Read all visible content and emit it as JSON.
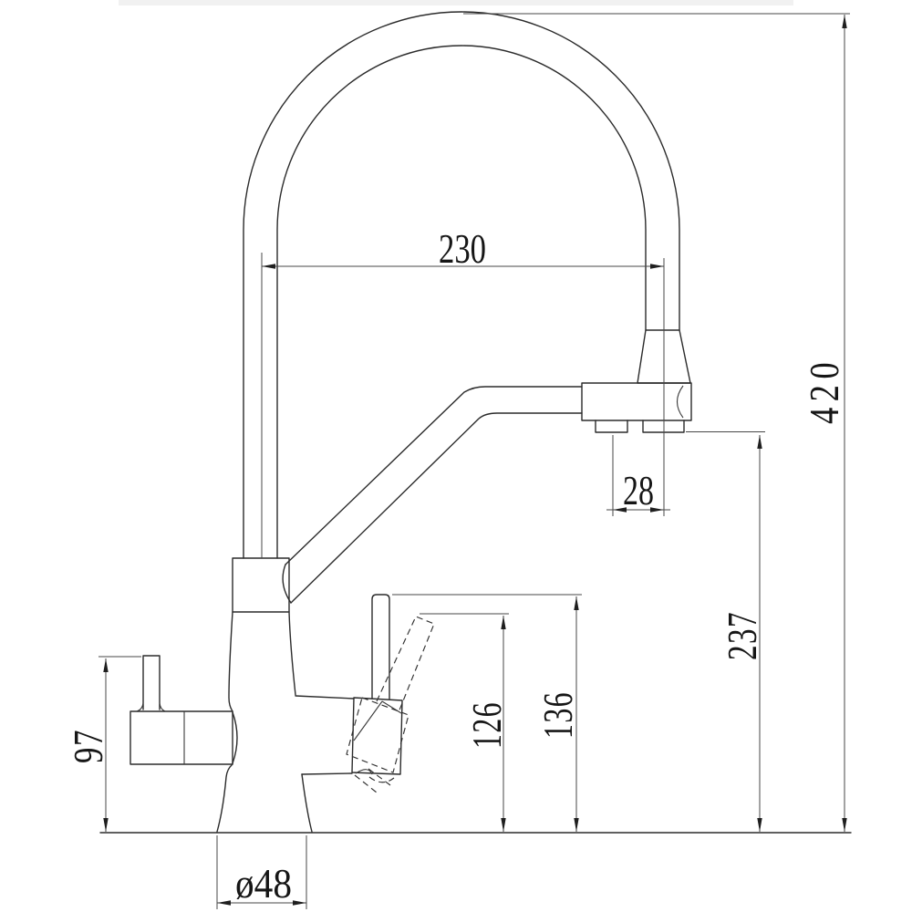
{
  "drawing": {
    "type": "technical-dimension-drawing",
    "subject": "kitchen faucet with filter channel, side elevation",
    "units_shown": "mm (implied, unlabeled)",
    "colors": {
      "background": "#ffffff",
      "outline": "#2b2b2b",
      "dimension_lines": "#474747",
      "text": "#161616"
    },
    "dims": {
      "spout_reach": "230",
      "overall_height": "420",
      "outlet_spacing": "28",
      "outlet_height": "237",
      "lever_top_height": "136",
      "lever_tilt_height": "126",
      "filter_lever_height": "97",
      "base_diameter": "ø48"
    }
  }
}
